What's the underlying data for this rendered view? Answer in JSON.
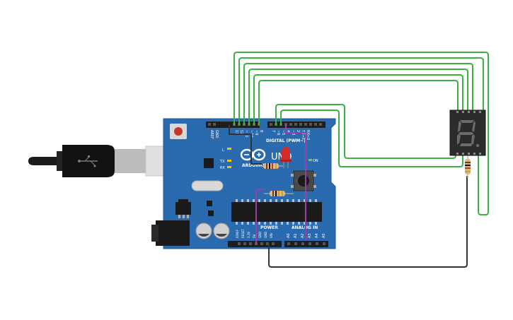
{
  "board": {
    "digital_header_label": "DIGITAL (PWM~)",
    "power_label": "POWER",
    "analog_label": "ANALOG IN",
    "uno_label": "UNO",
    "arduino_label": "ARDUINO",
    "tx_label": "TX",
    "rx_label": "RX",
    "l_label": "L",
    "on_label": "ON",
    "digital_pins": [
      "AREF",
      "GND",
      "13",
      "12",
      "~11",
      "~10",
      "~9",
      "8",
      "7",
      "~6",
      "~5",
      "4",
      "~3",
      "2",
      "TX→1",
      "RX←0"
    ],
    "power_pins": [
      "IOREF",
      "RESET",
      "3.3V",
      "5V",
      "GND",
      "GND",
      "VIN"
    ],
    "analog_pins": [
      "A0",
      "A1",
      "A2",
      "A3",
      "A4",
      "A5"
    ]
  },
  "display": {
    "digit": "8."
  },
  "colors": {
    "board": "#2a6bb0",
    "wire_green": "#3cb043",
    "wire_purple": "#9b3fa8",
    "wire_dark": "#333333",
    "led_red": "#d42a2a",
    "display_body": "#2b2b2b"
  }
}
